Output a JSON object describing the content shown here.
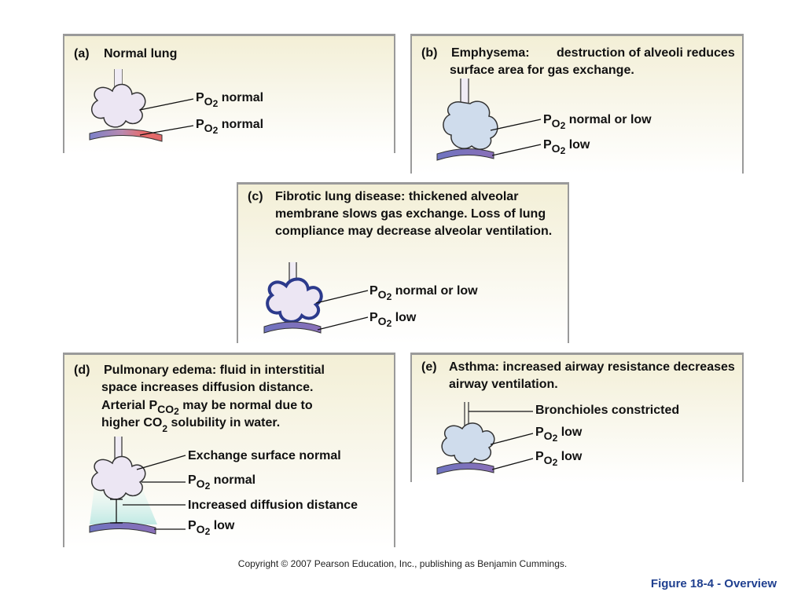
{
  "panels": {
    "a": {
      "tag": "(a)",
      "title": "Normal lung",
      "rest": "",
      "labels": [
        {
          "p": "P",
          "sub": "O2",
          "text": "normal"
        },
        {
          "p": "P",
          "sub": "O2",
          "text": "normal"
        }
      ]
    },
    "b": {
      "tag": "(b)",
      "title": "Emphysema:",
      "rest": "destruction of alveoli reduces surface area for gas exchange.",
      "labels": [
        {
          "p": "P",
          "sub": "O2",
          "text": "normal or low"
        },
        {
          "p": "P",
          "sub": "O2",
          "text": "low"
        }
      ]
    },
    "c": {
      "tag": "(c)",
      "title": "Fibrotic lung disease:",
      "rest": "thickened alveolar membrane slows gas exchange. Loss of lung compliance may decrease alveolar ventilation.",
      "labels": [
        {
          "p": "P",
          "sub": "O2",
          "text": "normal or low"
        },
        {
          "p": "P",
          "sub": "O2",
          "text": "low"
        }
      ]
    },
    "d": {
      "tag": "(d)",
      "title": "Pulmonary edema:",
      "line1_rest": "fluid in interstitial",
      "line2": "space increases diffusion distance.",
      "line3_a": "Arterial P",
      "line3_sub": "CO2",
      "line3_b": "may be normal due to",
      "line4_a": "higher CO",
      "line4_sub": "2",
      "line4_b": "solubility in water.",
      "labels": {
        "surface": "Exchange surface normal",
        "po2_normal": {
          "p": "P",
          "sub": "O2",
          "text": "normal"
        },
        "diffusion": "Increased diffusion distance",
        "po2_low": {
          "p": "P",
          "sub": "O2",
          "text": "low"
        }
      }
    },
    "e": {
      "tag": "(e)",
      "title": "Asthma:",
      "rest": "increased airway resistance decreases airway ventilation.",
      "labels": {
        "bronchioles": "Bronchioles constricted",
        "po2_a": {
          "p": "P",
          "sub": "O2",
          "text": "low"
        },
        "po2_b": {
          "p": "P",
          "sub": "O2",
          "text": "low"
        }
      }
    }
  },
  "footer": {
    "copyright": "Copyright © 2007 Pearson Education, Inc., publishing as Benjamin Cummings.",
    "figure": "Figure 18-4 - Overview"
  },
  "colors": {
    "panel_bg": "#f3efd6",
    "panel_border": "#9a9a9a",
    "alveolus_normal": "#ece6f3",
    "alveolus_disease": "#cfdcec",
    "capillary_blue": "#6f74c0",
    "capillary_red": "#e36a6a",
    "edema_fluid": "#cdeee9",
    "figure_ref": "#1f3f8f"
  }
}
